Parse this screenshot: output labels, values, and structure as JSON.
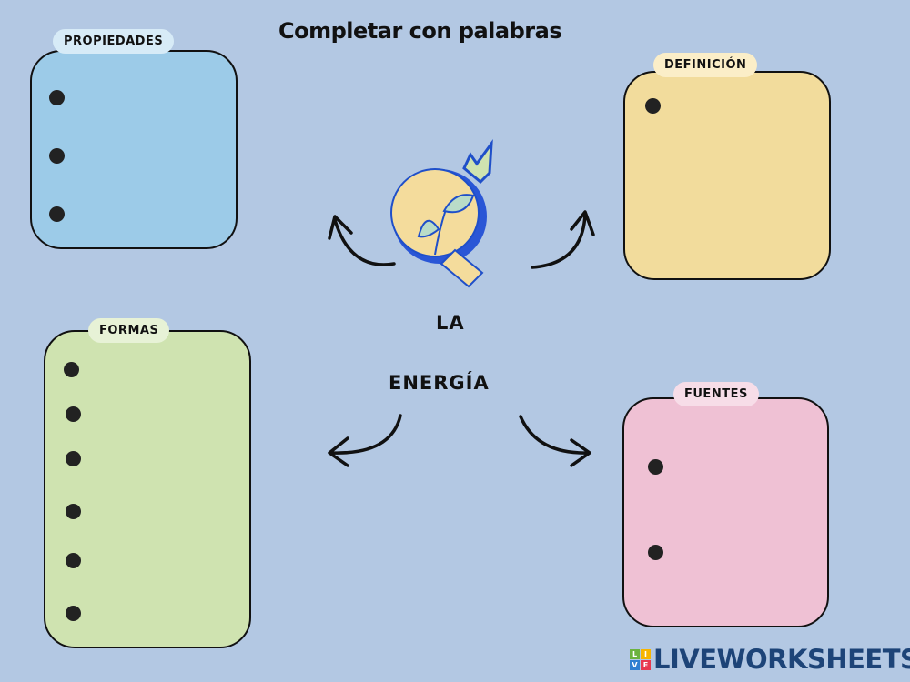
{
  "title": "Completar con palabras",
  "boxes": {
    "propiedades": "PROPIEDADES",
    "definicion": "DEFINICIÓN",
    "formas": "FORMAS",
    "fuentes": "FUENTES"
  },
  "center": {
    "line1": "LA",
    "line2": "ENERGÍA"
  },
  "logo": {
    "text": "LIVEWORKSHEETS",
    "letters": [
      "L",
      "I",
      "V",
      "E"
    ]
  },
  "colors": {
    "background": "#b3c8e3",
    "propiedades": "#9ccbe8",
    "definicion": "#f2dc9c",
    "formas": "#cfe3b0",
    "fuentes": "#efc1d4"
  }
}
